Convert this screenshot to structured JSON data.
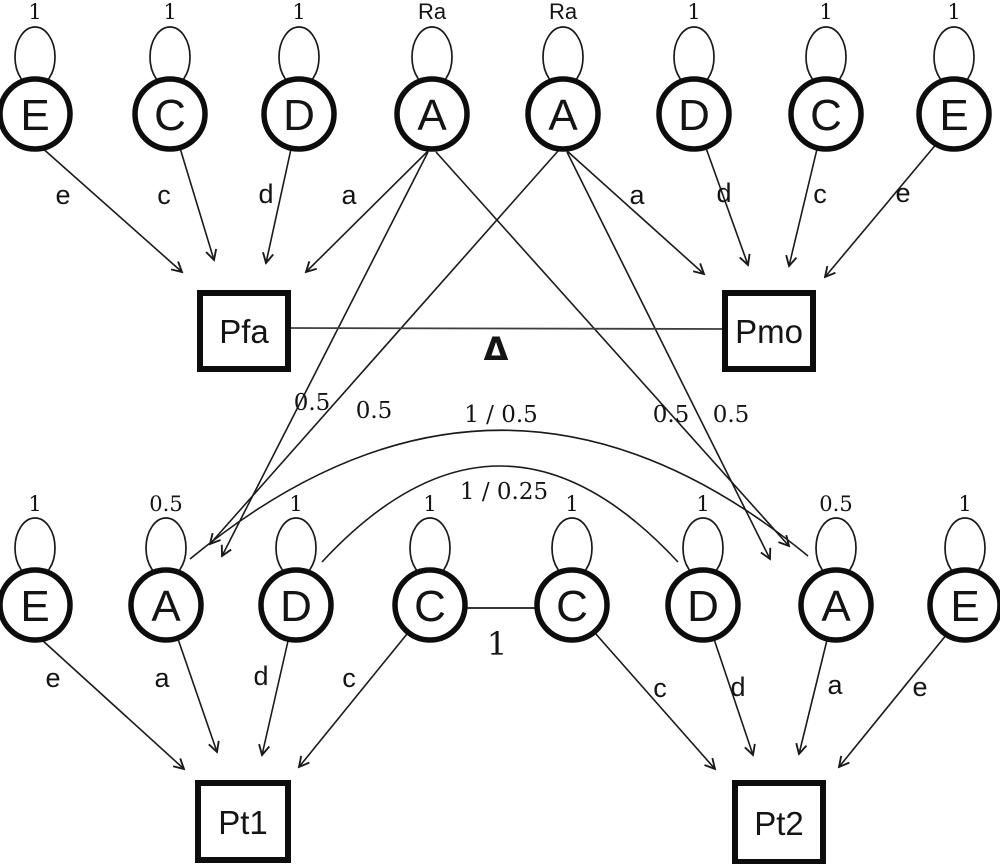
{
  "figure": {
    "colors": {
      "ink": "#1a1a1a",
      "background": "#ffffff"
    },
    "top_row": [
      {
        "label": "E",
        "loop": "1",
        "path": "e"
      },
      {
        "label": "C",
        "loop": "1",
        "path": "c"
      },
      {
        "label": "D",
        "loop": "1",
        "path": "d"
      },
      {
        "label": "A",
        "loop": "Ra",
        "path": "a"
      },
      {
        "label": "A",
        "loop": "Ra",
        "path": "a"
      },
      {
        "label": "D",
        "loop": "1",
        "path": "d"
      },
      {
        "label": "C",
        "loop": "1",
        "path": "c"
      },
      {
        "label": "E",
        "loop": "1",
        "path": "e"
      }
    ],
    "bottom_row": [
      {
        "label": "E",
        "loop": "1",
        "path": "e"
      },
      {
        "label": "A",
        "loop": "0.5",
        "path": "a"
      },
      {
        "label": "D",
        "loop": "1",
        "path": "d"
      },
      {
        "label": "C",
        "loop": "1",
        "path": "c"
      },
      {
        "label": "C",
        "loop": "1",
        "path": "c"
      },
      {
        "label": "D",
        "loop": "1",
        "path": "d"
      },
      {
        "label": "A",
        "loop": "0.5",
        "path": "a"
      },
      {
        "label": "E",
        "loop": "1",
        "path": "e"
      }
    ],
    "boxes": {
      "father": "Pfa",
      "mother": "Pmo",
      "twin1": "Pt1",
      "twin2": "Pt2"
    },
    "transmission": {
      "labels": [
        "0.5",
        "0.5",
        "0.5",
        "0.5"
      ]
    },
    "correlations": {
      "a": "1 / 0.5",
      "d": "1 / 0.25",
      "c": "1",
      "spouse": "Δ"
    }
  }
}
